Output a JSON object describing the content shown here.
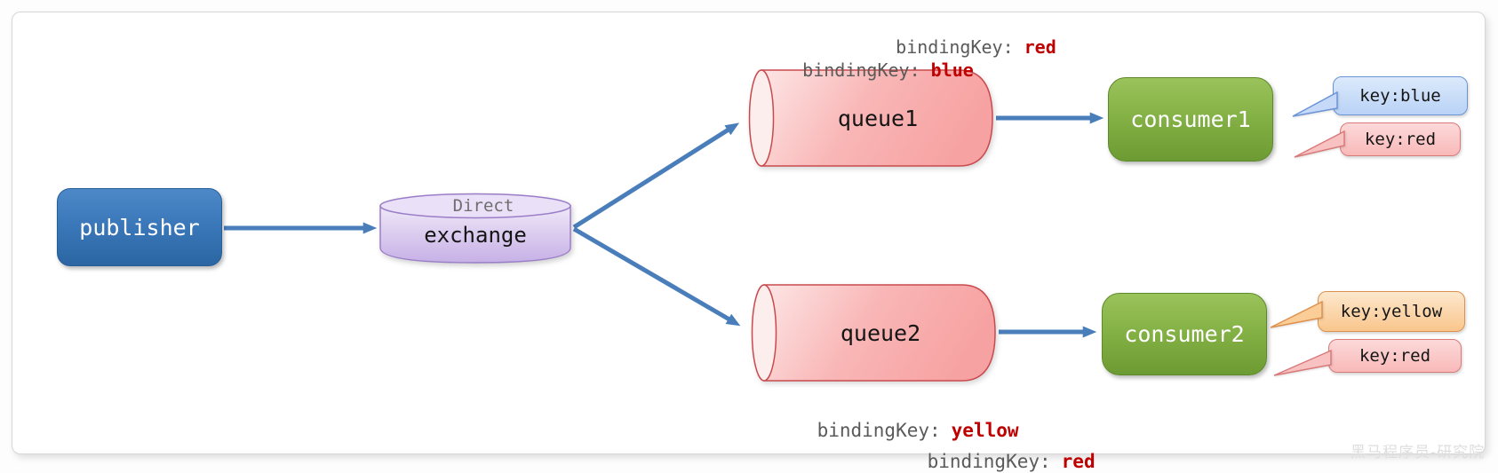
{
  "nodes": {
    "publisher": {
      "label": "publisher"
    },
    "exchange": {
      "kind": "Direct",
      "label": "exchange"
    },
    "queue1": {
      "label": "queue1"
    },
    "queue2": {
      "label": "queue2"
    },
    "consumer1": {
      "label": "consumer1"
    },
    "consumer2": {
      "label": "consumer2"
    }
  },
  "bindings": {
    "queue1": [
      {
        "prefix": "bindingKey:",
        "value": "red"
      },
      {
        "prefix": "bindingKey:",
        "value": "blue"
      }
    ],
    "queue2": [
      {
        "prefix": "bindingKey:",
        "value": "yellow"
      },
      {
        "prefix": "bindingKey:",
        "value": "red"
      }
    ]
  },
  "consumer_tags": {
    "consumer1": [
      {
        "text": "key:blue",
        "color_name": "blue"
      },
      {
        "text": "key:red",
        "color_name": "red"
      }
    ],
    "consumer2": [
      {
        "text": "key:yellow",
        "color_name": "yellow"
      },
      {
        "text": "key:red",
        "color_name": "red"
      }
    ]
  },
  "watermark": "黑马程序员-研究院",
  "colors": {
    "arrow": "#4a7ebb",
    "publisher_fill": "#3474b5",
    "exchange_fill": "#d6c6ee",
    "exchange_border": "#9b7ec8",
    "queue_fill": "#f8a8a8",
    "queue_border": "#c94a4e",
    "consumer_fill": "#7fae41",
    "binding_prefix_text": "#5a5a5a",
    "binding_value_text": "#bf0000",
    "tag_blue": "#bcd4f7",
    "tag_red": "#fac3c3",
    "tag_yellow": "#fbcf9b"
  }
}
